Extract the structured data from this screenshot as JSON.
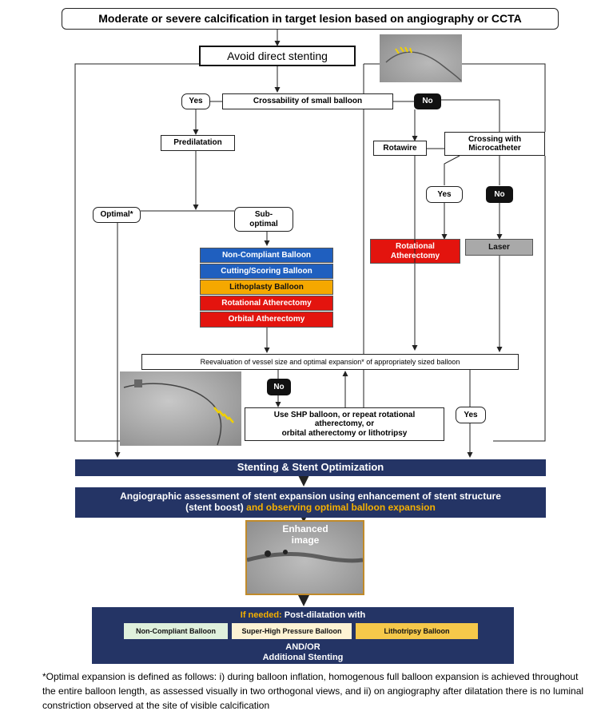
{
  "title": "Moderate or severe calcification in target lesion based on angiography or CCTA",
  "avoid": "Avoid direct stenting",
  "crossability": "Crossability of small balloon",
  "yes_left": "Yes",
  "no_top": "No",
  "predilatation": "Predilatation",
  "optimal": "Optimal*",
  "suboptimal_line1": "Sub-",
  "suboptimal_line2": "optimal",
  "devices": [
    {
      "label": "Non-Compliant Balloon",
      "color": "#1f5fbf"
    },
    {
      "label": "Cutting/Scoring Balloon",
      "color": "#1f5fbf"
    },
    {
      "label": "Lithoplasty Balloon",
      "color": "#f5a800"
    },
    {
      "label": "Rotational Atherectomy",
      "color": "#e3140e"
    },
    {
      "label": "Orbital Atherectomy",
      "color": "#e3140e"
    }
  ],
  "rotawire": "Rotawire",
  "crossing_line1": "Crossing with",
  "crossing_line2": "Microcatheter",
  "yes_mid": "Yes",
  "no_mid": "No",
  "rot_ather_line1": "Rotational",
  "rot_ather_line2": "Atherectomy",
  "laser": "Laser",
  "reevaluation": "Reevaluation of vessel size and optimal expansion* of appropriately sized balloon",
  "no_bottom": "No",
  "shp_line1": "Use SHP balloon, or repeat rotational",
  "shp_line2": "atherectomy, or",
  "shp_line3": "orbital atherectomy or lithotripsy",
  "yes_right": "Yes",
  "stenting": "Stenting & Stent Optimization",
  "assessment_line1": "Angiographic assessment of stent expansion using enhancement of stent structure",
  "assessment_line2a": "(stent boost) ",
  "assessment_line2b": "and observing optimal balloon expansion",
  "enhanced_line1": "Enhanced",
  "enhanced_line2": "image",
  "if_needed": "If needed:",
  "post_dilatation": " Post-dilatation with",
  "post_options": [
    {
      "label": "Non-Compliant Balloon",
      "color": "#dff0dc"
    },
    {
      "label": "Super-High Pressure Balloon",
      "color": "#fdf3d4"
    },
    {
      "label": "Lithotripsy Balloon",
      "color": "#f5c84a"
    }
  ],
  "and_or": "AND/OR",
  "additional": "Additional Stenting",
  "footnote": "*Optimal expansion is defined as follows: i) during balloon inflation, homogenous full balloon expansion is achieved throughout the entire balloon length, as assessed visually in two orthogonal views, and ii) on angiography after dilatation there is no luminal constriction observed at the site of visible calcification"
}
